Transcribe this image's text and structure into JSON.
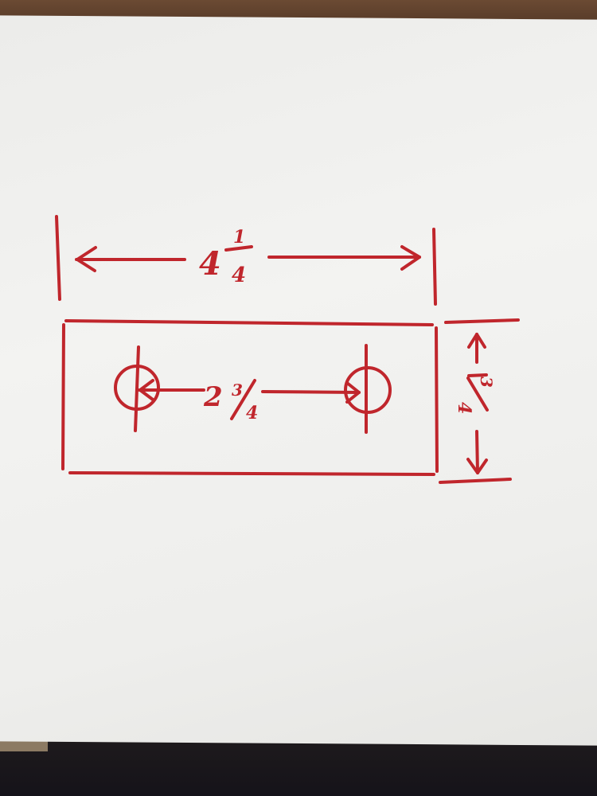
{
  "diagram": {
    "overall_length": {
      "whole": "4",
      "num": "1",
      "den": "4"
    },
    "hole_spacing": {
      "whole": "2",
      "num": "3",
      "den": "4"
    },
    "height": {
      "num": "3",
      "den": "4"
    },
    "ink_color": "#c0262c"
  }
}
